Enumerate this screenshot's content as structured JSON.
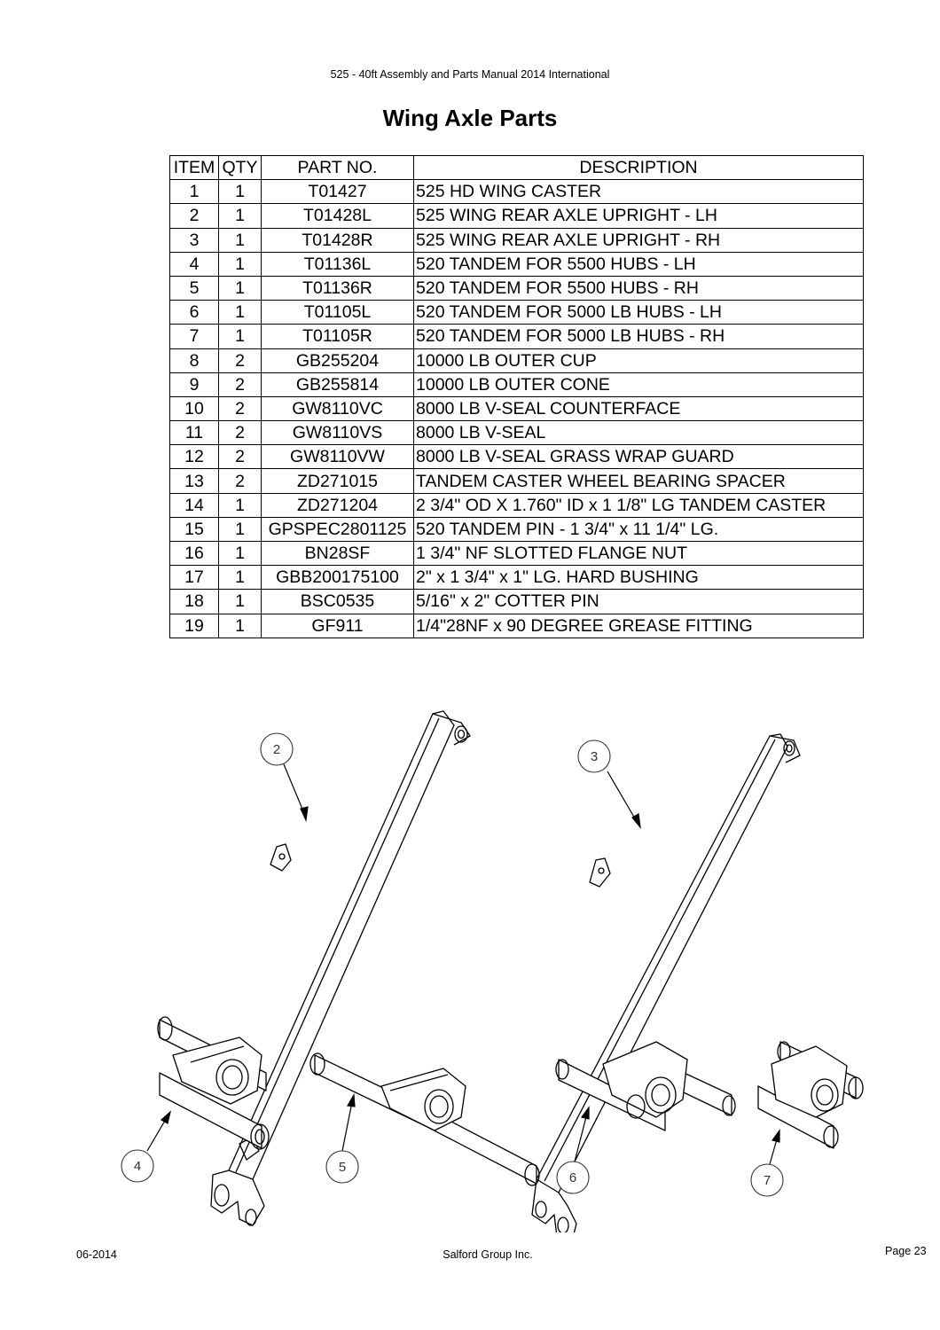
{
  "header": "525 - 40ft Assembly and Parts Manual 2014 International",
  "title": "Wing Axle Parts",
  "table": {
    "columns": [
      "ITEM",
      "QTY",
      "PART NO.",
      "DESCRIPTION"
    ],
    "rows": [
      [
        "1",
        "1",
        "T01427",
        "525 HD WING CASTER"
      ],
      [
        "2",
        "1",
        "T01428L",
        "525 WING REAR AXLE UPRIGHT - LH"
      ],
      [
        "3",
        "1",
        "T01428R",
        "525 WING REAR AXLE UPRIGHT - RH"
      ],
      [
        "4",
        "1",
        "T01136L",
        "520 TANDEM FOR 5500 HUBS - LH"
      ],
      [
        "5",
        "1",
        "T01136R",
        "520 TANDEM FOR 5500 HUBS - RH"
      ],
      [
        "6",
        "1",
        "T01105L",
        "520 TANDEM FOR 5000 LB HUBS - LH"
      ],
      [
        "7",
        "1",
        "T01105R",
        "520 TANDEM FOR 5000 LB HUBS - RH"
      ],
      [
        "8",
        "2",
        "GB255204",
        "10000 LB OUTER CUP"
      ],
      [
        "9",
        "2",
        "GB255814",
        "10000 LB OUTER CONE"
      ],
      [
        "10",
        "2",
        "GW8110VC",
        "8000 LB V-SEAL COUNTERFACE"
      ],
      [
        "11",
        "2",
        "GW8110VS",
        "8000 LB V-SEAL"
      ],
      [
        "12",
        "2",
        "GW8110VW",
        "8000 LB V-SEAL GRASS WRAP GUARD"
      ],
      [
        "13",
        "2",
        "ZD271015",
        " TANDEM CASTER WHEEL BEARING SPACER"
      ],
      [
        "14",
        "1",
        "ZD271204",
        "2 3/4\" OD X 1.760\" ID x 1 1/8\" LG TANDEM CASTER"
      ],
      [
        "15",
        "1",
        "GPSPEC2801125",
        "520 TANDEM PIN - 1 3/4\" x 11 1/4\" LG."
      ],
      [
        "16",
        "1",
        "BN28SF",
        "1 3/4\" NF SLOTTED FLANGE NUT"
      ],
      [
        "17",
        "1",
        "GBB200175100",
        "2\" x 1 3/4\" x 1\" LG. HARD BUSHING"
      ],
      [
        "18",
        "1",
        "BSC0535",
        "5/16\" x 2\" COTTER PIN"
      ],
      [
        "19",
        "1",
        "GF911",
        "1/4\"28NF x 90 DEGREE GREASE FITTING"
      ]
    ]
  },
  "callouts": [
    "2",
    "3",
    "4",
    "5",
    "6",
    "7"
  ],
  "footer": {
    "date": "06-2014",
    "company": "Salford Group Inc.",
    "page": "Page 23"
  }
}
